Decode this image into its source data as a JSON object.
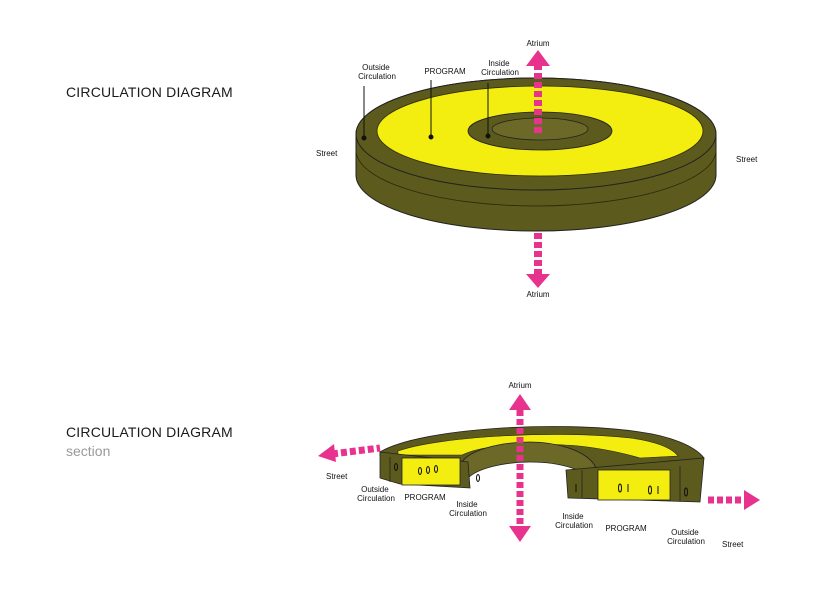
{
  "top": {
    "title": "CIRCULATION DIAGRAM",
    "labels": {
      "outside_circulation": [
        "Outside",
        "Circulation"
      ],
      "program": "PROGRAM",
      "inside_circulation": [
        "Inside",
        "Circulation"
      ],
      "atrium_top": "Atrium",
      "atrium_bottom": "Atrium",
      "street_left": "Street",
      "street_right": "Street"
    }
  },
  "bottom": {
    "title": "CIRCULATION DIAGRAM",
    "subtitle": "section",
    "labels": {
      "atrium": "Atrium",
      "street_left": "Street",
      "outside_circulation_left": [
        "Outside",
        "Circulation"
      ],
      "program_left": "PROGRAM",
      "inside_circulation_left": [
        "Inside",
        "Circulation"
      ],
      "inside_circulation_right": [
        "Inside",
        "Circulation"
      ],
      "program_right": "PROGRAM",
      "outside_circulation_right": [
        "Outside",
        "Circulation"
      ],
      "street_right": "Street"
    }
  },
  "colors": {
    "olive": "#5c5a1c",
    "olive_dark": "#46440f",
    "yellow": "#f3ee10",
    "arrow": "#e8338e"
  }
}
